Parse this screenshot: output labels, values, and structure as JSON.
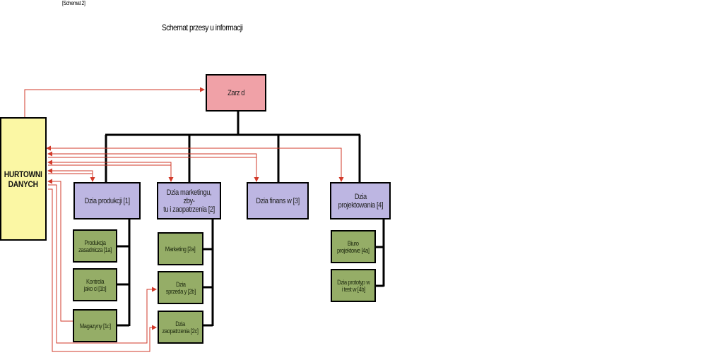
{
  "header": {
    "tag": "[Schemat 2]",
    "title": "Schemat przesy u informacji"
  },
  "nodes": {
    "zarzad": "Zarz  d",
    "hurtownia": "HURTOWNI\nDANYCH",
    "dept1": "Dzia  produkcji [1]",
    "dept2": "Dzia  marketingu, zby-\ntu i zaopatrzenia [2]",
    "dept3": "Dzia  finans  w [3]",
    "dept4": "Dzia\nprojektowania [4]",
    "sub1a": "Produkcja\nzasadnicza [1a]",
    "sub1b": "Kontrola\njako ci [1b]",
    "sub1c": "Magazyny [1c]",
    "sub2a": "Marketing [2a]",
    "sub2b": "Dzia\nsprzeda  y [2b]",
    "sub2c": "Dzia\nzaopatrzenia [2c]",
    "sub4a": "Biuro\nprojektowe [4a]",
    "sub4b": "Dzia  prototyp  w\ni test  w [4b]"
  },
  "colors": {
    "zarzad": "#f0a1a7",
    "department": "#bdb6e2",
    "subunit": "#95ad67",
    "warehouse": "#fbf7a4",
    "arrow": "#d23a2a"
  }
}
